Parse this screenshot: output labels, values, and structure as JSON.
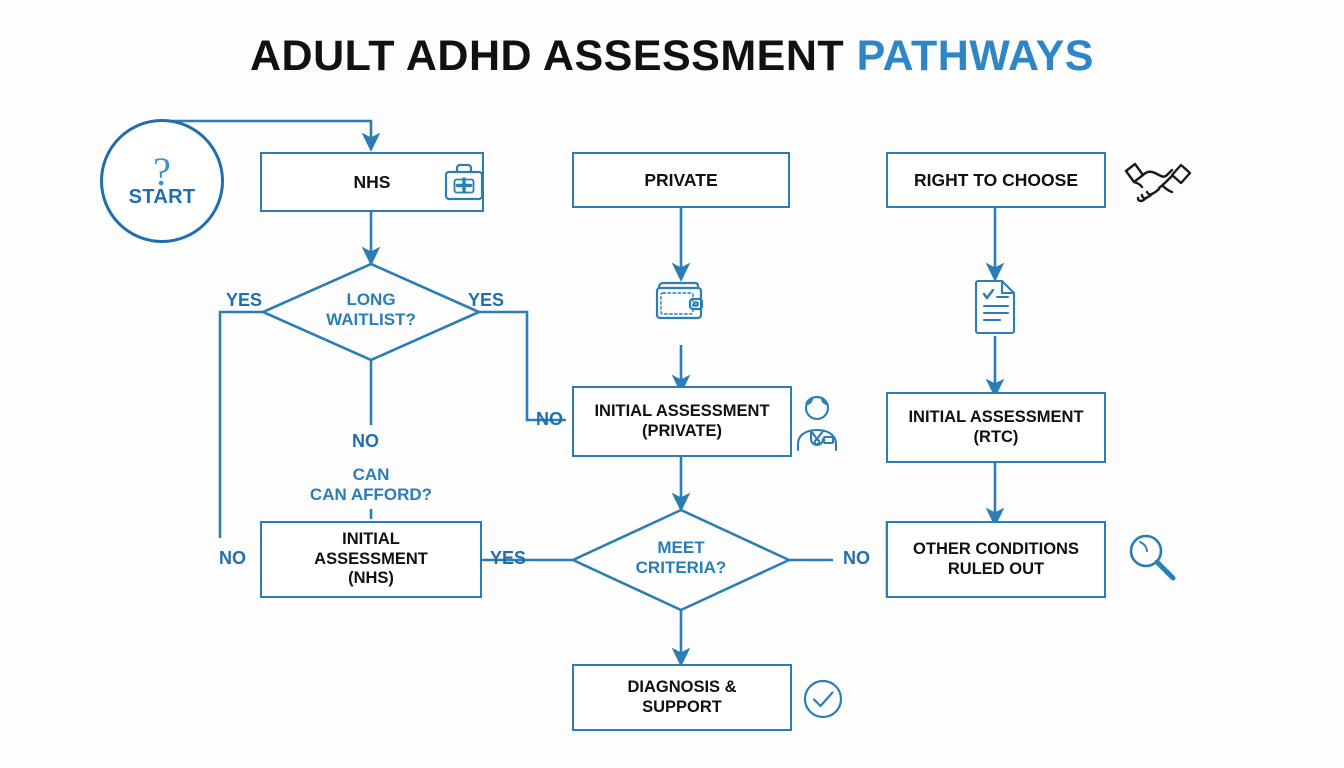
{
  "title": {
    "main": "ADULT ADHD ASSESSMENT",
    "accent": "PATHWAYS"
  },
  "colors": {
    "primary_blue": "#2b7db5",
    "dark_blue": "#1f6fae",
    "accent_blue": "#2e86c8",
    "text_black": "#111111",
    "background": "#fdfdfd"
  },
  "start": {
    "label": "START",
    "icon": "question-mark-icon"
  },
  "nodes": {
    "nhs": "NHS",
    "private": "PRIVATE",
    "right_to_choose": "RIGHT TO CHOOSE",
    "initial_assessment_nhs": "INITIAL\nASSESSMENT\n(NHS)",
    "initial_assessment_private": "INITIAL ASSESSMENT\n(PRIVATE)",
    "initial_assessment_rtc": "INITIAL ASSESSMENT\n(RTC)",
    "other_conditions": "OTHER CONDITIONS\nRULED OUT",
    "diagnosis_support": "DIAGNOSIS &\nSUPPORT"
  },
  "decisions": {
    "long_waitlist": "LONG\nWAITLIST?",
    "can_afford": "CAN\nCAN AFFORD?",
    "meet_criteria": "MEET\nCRITERIA?"
  },
  "edge_labels": {
    "waitlist_yes_left": "YES",
    "waitlist_yes_right": "YES",
    "waitlist_no": "NO",
    "afford_no_left": "NO",
    "afford_yes": "YES",
    "private_no": "NO",
    "criteria_no": "NO"
  },
  "icons": {
    "nhs": "medical-kit-icon",
    "private": "wallet-icon",
    "private_assessment": "doctor-icon",
    "rtc": "handshake-icon",
    "rtc_document": "document-icon",
    "other_conditions": "magnifier-icon",
    "diagnosis": "check-circle-icon"
  },
  "chart_data": {
    "type": "diagram",
    "title": "ADULT ADHD ASSESSMENT PATHWAYS",
    "flow_type": "flowchart",
    "nodes": [
      {
        "id": "start",
        "label": "START",
        "shape": "circle"
      },
      {
        "id": "nhs",
        "label": "NHS",
        "shape": "rect"
      },
      {
        "id": "private",
        "label": "PRIVATE",
        "shape": "rect"
      },
      {
        "id": "rtc",
        "label": "RIGHT TO CHOOSE",
        "shape": "rect"
      },
      {
        "id": "long_waitlist",
        "label": "LONG WAITLIST?",
        "shape": "diamond"
      },
      {
        "id": "can_afford",
        "label": "CAN AFFORD?",
        "shape": "text"
      },
      {
        "id": "ia_nhs",
        "label": "INITIAL ASSESSMENT (NHS)",
        "shape": "rect"
      },
      {
        "id": "ia_private",
        "label": "INITIAL ASSESSMENT (PRIVATE)",
        "shape": "rect"
      },
      {
        "id": "ia_rtc",
        "label": "INITIAL ASSESSMENT (RTC)",
        "shape": "rect"
      },
      {
        "id": "meet_criteria",
        "label": "MEET CRITERIA?",
        "shape": "diamond"
      },
      {
        "id": "other_conditions",
        "label": "OTHER CONDITIONS RULED OUT",
        "shape": "rect"
      },
      {
        "id": "diagnosis",
        "label": "DIAGNOSIS & SUPPORT",
        "shape": "rect"
      }
    ],
    "edges": [
      {
        "from": "start",
        "to": "nhs",
        "label": ""
      },
      {
        "from": "nhs",
        "to": "long_waitlist",
        "label": ""
      },
      {
        "from": "long_waitlist",
        "to": "ia_nhs",
        "label": "YES"
      },
      {
        "from": "long_waitlist",
        "to": "ia_private",
        "label": "YES"
      },
      {
        "from": "long_waitlist",
        "to": "can_afford",
        "label": "NO"
      },
      {
        "from": "can_afford",
        "to": "ia_nhs",
        "label": "NO"
      },
      {
        "from": "can_afford",
        "to": "meet_criteria",
        "label": "YES"
      },
      {
        "from": "private",
        "to": "ia_private",
        "label": ""
      },
      {
        "from": "ia_private",
        "to": "meet_criteria",
        "label": ""
      },
      {
        "from": "meet_criteria",
        "to": "diagnosis",
        "label": ""
      },
      {
        "from": "meet_criteria",
        "to": "other_conditions",
        "label": "NO"
      },
      {
        "from": "rtc",
        "to": "ia_rtc",
        "label": ""
      },
      {
        "from": "ia_rtc",
        "to": "other_conditions",
        "label": ""
      }
    ]
  }
}
